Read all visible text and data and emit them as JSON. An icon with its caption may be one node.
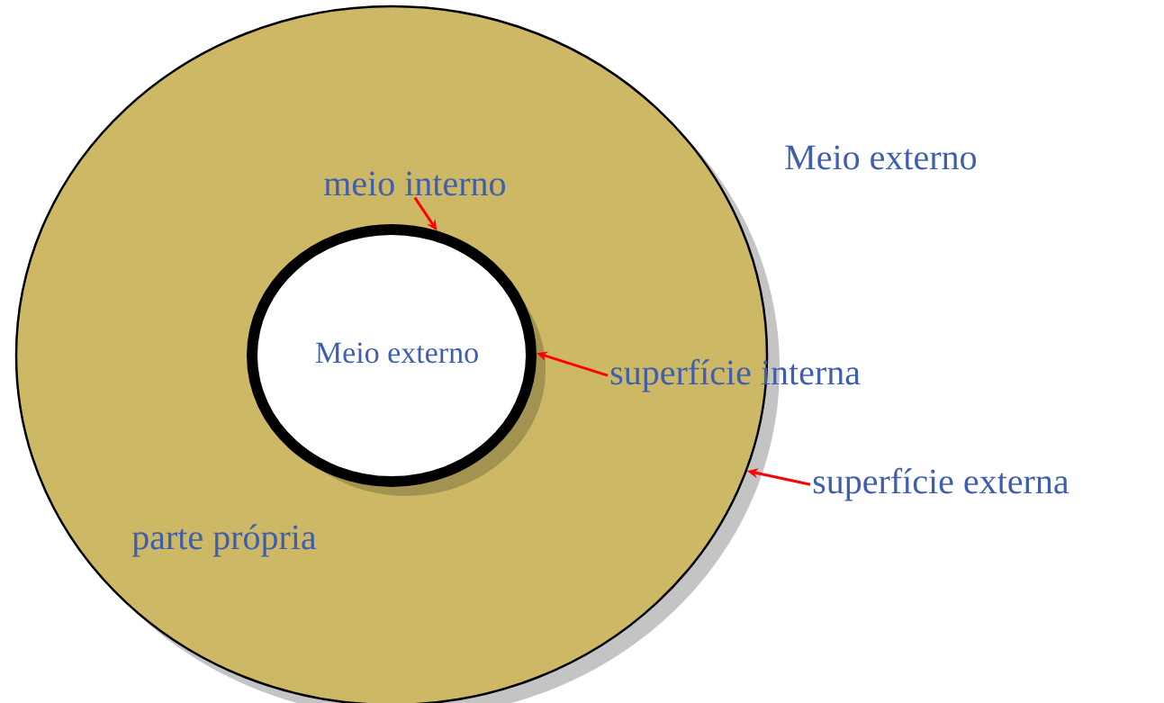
{
  "diagram": {
    "nodes": [
      {
        "text": [
          "parte própria"
        ]
      },
      {
        "text": [
          "Meio externo"
        ],
        "in": 0
      },
      {
        "text": [
          "meio interno"
        ],
        "in": 0
      },
      {
        "text": [
          "superfície interna"
        ]
      },
      {
        "text": [
          "superfície externa"
        ]
      }
    ],
    "edges": [
      {
        "from": 2,
        "to": 1,
        "arrow": "to"
      },
      {
        "from": 3,
        "to": 1,
        "arrow": "to"
      },
      {
        "from": 4,
        "to": 0,
        "arrow": "to"
      }
    ],
    "labels": [
      "Meio externo"
    ]
  }
}
